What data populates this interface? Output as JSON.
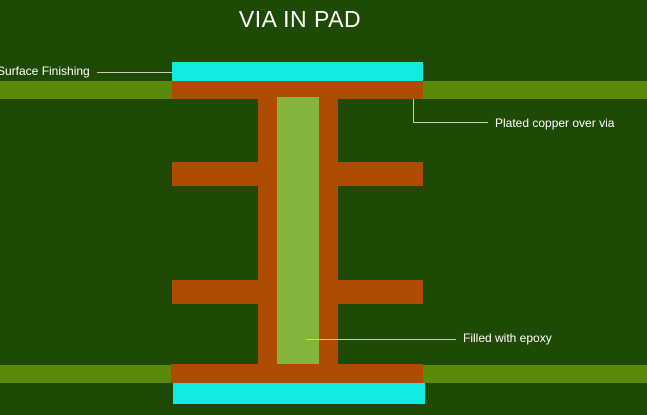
{
  "title": "VIA IN PAD",
  "labels": {
    "surface_finishing": "Surface Finishing",
    "plated_copper": "Plated copper over via",
    "filled_epoxy": "Filled with epoxy"
  },
  "colors": {
    "background": "#1f4a06",
    "board_layer": "#5a8a08",
    "copper": "#b04b02",
    "epoxy": "#84b43c",
    "surface_finish": "#12ebe0"
  }
}
